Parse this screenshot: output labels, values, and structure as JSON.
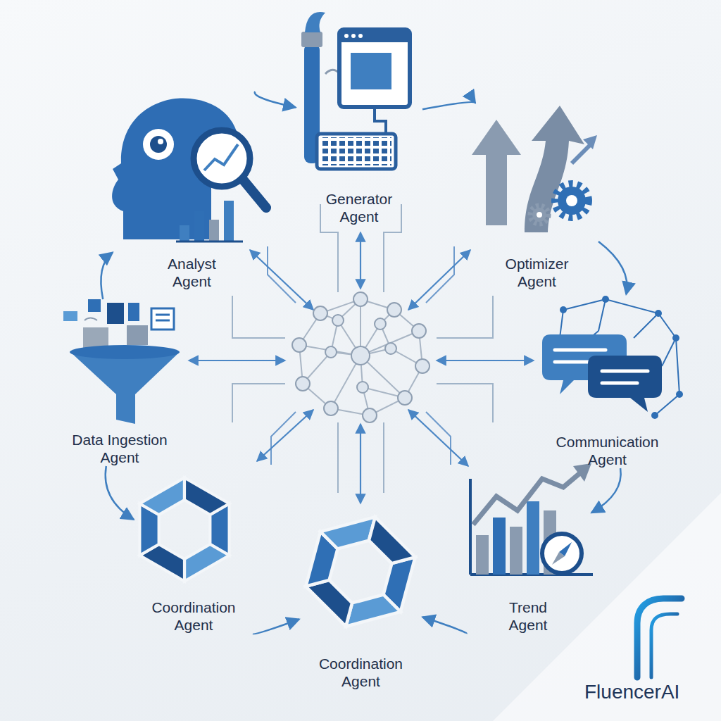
{
  "diagram": {
    "nodes": [
      {
        "text": [
          "Generator Agent"
        ]
      },
      {
        "text": [
          "Analyst Agent"
        ]
      },
      {
        "text": [
          "Optimizer Agent"
        ]
      },
      {
        "text": [
          "Data Ingestion Agent"
        ]
      },
      {
        "text": [
          "Communication Agent"
        ]
      },
      {
        "text": [
          "Coordination Agent"
        ]
      },
      {
        "text": [
          "Trend Agent"
        ]
      },
      {
        "text": [
          "Coordination Agent"
        ]
      }
    ],
    "edges": [
      {
        "from": 3,
        "to": 1,
        "arrow": "to"
      },
      {
        "from": 1,
        "to": 0,
        "arrow": "to"
      },
      {
        "from": 0,
        "to": 2,
        "arrow": "to"
      },
      {
        "from": 2,
        "to": 4,
        "arrow": "to"
      },
      {
        "from": 4,
        "to": 6,
        "arrow": "to"
      },
      {
        "from": 6,
        "to": 7,
        "arrow": "to"
      },
      {
        "from": 5,
        "to": 7,
        "arrow": "to"
      },
      {
        "from": 3,
        "to": 5,
        "arrow": "to"
      }
    ],
    "labels": [
      "FluencerAI"
    ]
  }
}
